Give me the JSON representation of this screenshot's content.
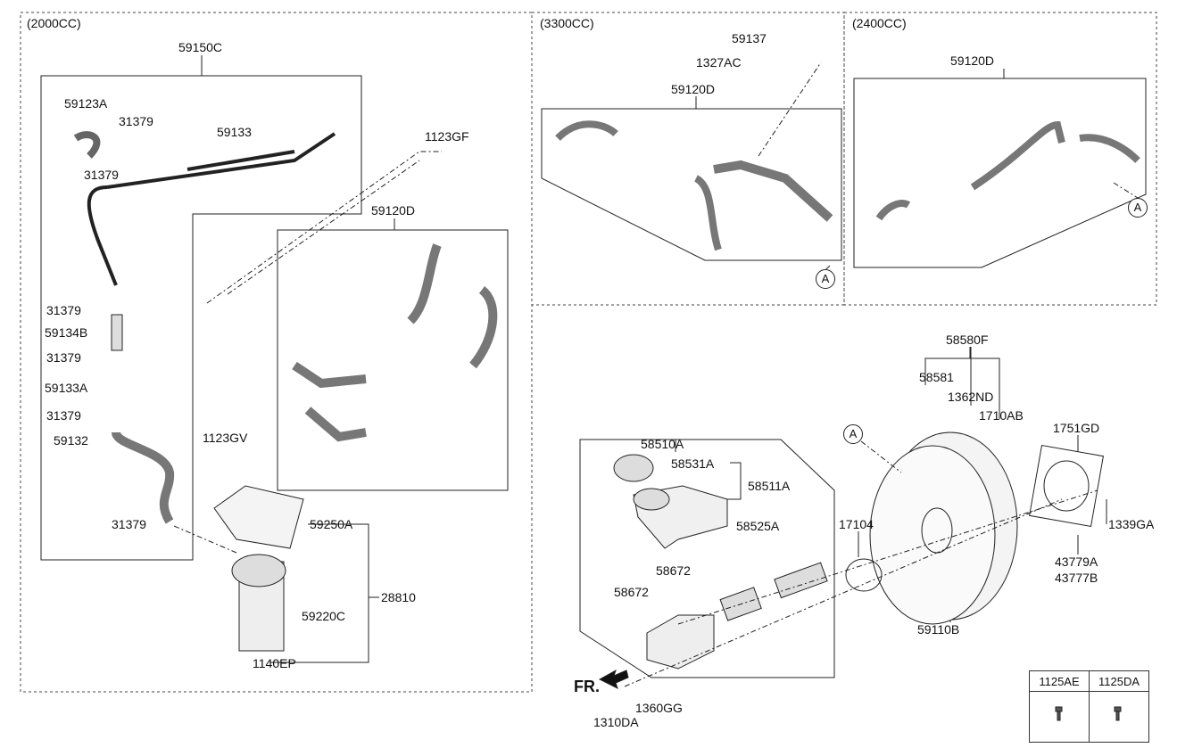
{
  "sections": {
    "s2000": "(2000CC)",
    "s3300": "(3300CC)",
    "s2400": "(2400CC)"
  },
  "labels2000": [
    "59150C",
    "59123A",
    "31379",
    "31379",
    "59133",
    "1123GF",
    "59120D",
    "31379",
    "59134B",
    "31379",
    "59133A",
    "31379",
    "59132",
    "1123GV",
    "31379",
    "59250A",
    "28810",
    "59220C",
    "1140EP"
  ],
  "labels3300": [
    "59137",
    "1327AC",
    "59120D"
  ],
  "labels2400": [
    "59120D"
  ],
  "labelsBrake": [
    "58580F",
    "58581",
    "1362ND",
    "1710AB",
    "1751GD",
    "58510A",
    "58531A",
    "58511A",
    "58525A",
    "17104",
    "1339GA",
    "43779A",
    "43777B",
    "58672",
    "58672",
    "59110B",
    "1360GG",
    "1310DA"
  ],
  "ref_marker": "A",
  "front_marker": "FR.",
  "fastener_table": {
    "headers": [
      "1125AE",
      "1125DA"
    ],
    "icons": [
      "bolt-icon",
      "bolt-icon"
    ]
  }
}
